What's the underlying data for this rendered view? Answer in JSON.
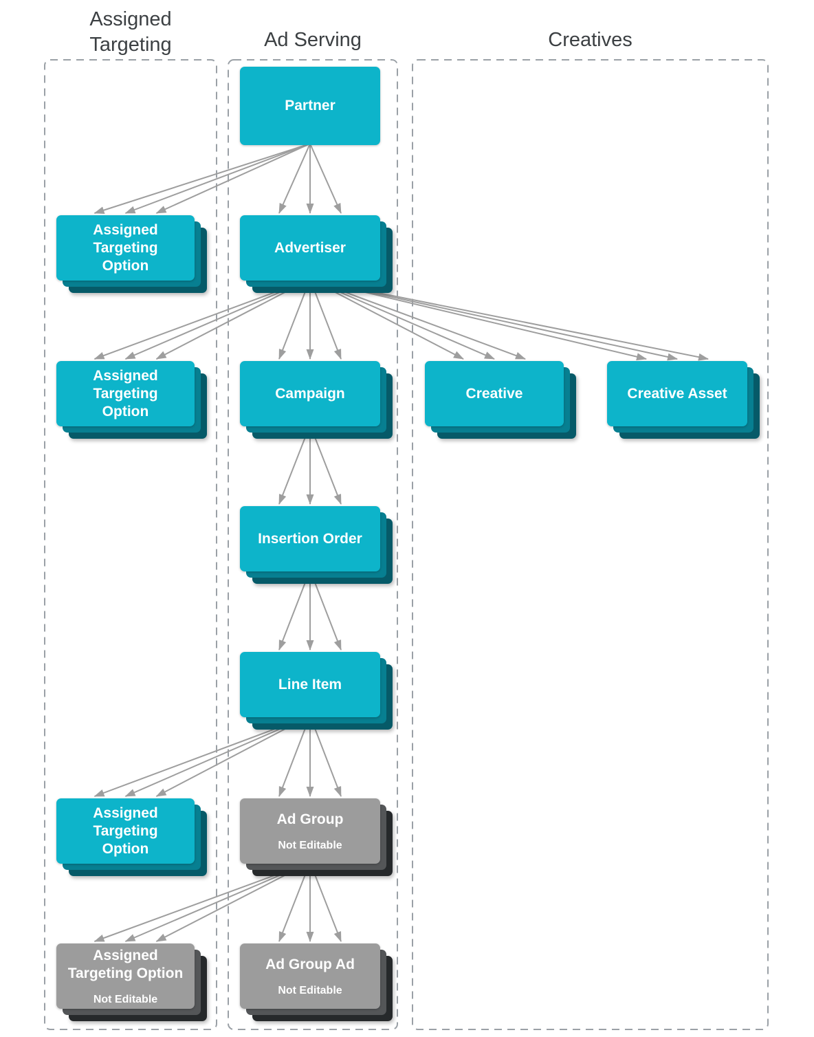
{
  "diagram": {
    "columns": [
      {
        "id": "assigned-targeting",
        "title_lines": [
          "Assigned",
          "Targeting"
        ]
      },
      {
        "id": "ad-serving",
        "title_lines": [
          "Ad Serving"
        ]
      },
      {
        "id": "creatives",
        "title_lines": [
          "Creatives"
        ]
      }
    ],
    "nodes": [
      {
        "id": "partner",
        "column": "ad-serving",
        "label_lines": [
          "Partner"
        ],
        "sublabel": "",
        "style": "editable",
        "stacked": false
      },
      {
        "id": "ato1",
        "column": "assigned-targeting",
        "label_lines": [
          "Assigned",
          "Targeting",
          "Option"
        ],
        "sublabel": "",
        "style": "editable",
        "stacked": true
      },
      {
        "id": "advertiser",
        "column": "ad-serving",
        "label_lines": [
          "Advertiser"
        ],
        "sublabel": "",
        "style": "editable",
        "stacked": true
      },
      {
        "id": "ato2",
        "column": "assigned-targeting",
        "label_lines": [
          "Assigned",
          "Targeting",
          "Option"
        ],
        "sublabel": "",
        "style": "editable",
        "stacked": true
      },
      {
        "id": "campaign",
        "column": "ad-serving",
        "label_lines": [
          "Campaign"
        ],
        "sublabel": "",
        "style": "editable",
        "stacked": true
      },
      {
        "id": "creative",
        "column": "creatives",
        "label_lines": [
          "Creative"
        ],
        "sublabel": "",
        "style": "editable",
        "stacked": true
      },
      {
        "id": "creative-asset",
        "column": "creatives",
        "label_lines": [
          "Creative Asset"
        ],
        "sublabel": "",
        "style": "editable",
        "stacked": true
      },
      {
        "id": "insertion-order",
        "column": "ad-serving",
        "label_lines": [
          "Insertion Order"
        ],
        "sublabel": "",
        "style": "editable",
        "stacked": true
      },
      {
        "id": "line-item",
        "column": "ad-serving",
        "label_lines": [
          "Line Item"
        ],
        "sublabel": "",
        "style": "editable",
        "stacked": true
      },
      {
        "id": "ato3",
        "column": "assigned-targeting",
        "label_lines": [
          "Assigned",
          "Targeting",
          "Option"
        ],
        "sublabel": "",
        "style": "editable",
        "stacked": true
      },
      {
        "id": "ad-group",
        "column": "ad-serving",
        "label_lines": [
          "Ad Group"
        ],
        "sublabel": "Not Editable",
        "style": "not-editable",
        "stacked": true
      },
      {
        "id": "ato4",
        "column": "assigned-targeting",
        "label_lines": [
          "Assigned",
          "Targeting Option"
        ],
        "sublabel": "Not Editable",
        "style": "not-editable",
        "stacked": true
      },
      {
        "id": "ad-group-ad",
        "column": "ad-serving",
        "label_lines": [
          "Ad Group Ad"
        ],
        "sublabel": "Not Editable",
        "style": "not-editable",
        "stacked": true
      }
    ],
    "edges": [
      {
        "from": "partner",
        "to": "ato1"
      },
      {
        "from": "partner",
        "to": "advertiser"
      },
      {
        "from": "advertiser",
        "to": "ato2"
      },
      {
        "from": "advertiser",
        "to": "campaign"
      },
      {
        "from": "advertiser",
        "to": "creative"
      },
      {
        "from": "advertiser",
        "to": "creative-asset"
      },
      {
        "from": "campaign",
        "to": "insertion-order"
      },
      {
        "from": "insertion-order",
        "to": "line-item"
      },
      {
        "from": "line-item",
        "to": "ato3"
      },
      {
        "from": "line-item",
        "to": "ad-group"
      },
      {
        "from": "ad-group",
        "to": "ato4"
      },
      {
        "from": "ad-group",
        "to": "ad-group-ad"
      }
    ],
    "colors": {
      "editable_front": "#0db4ca",
      "editable_mid": "#077f91",
      "editable_back": "#065a68",
      "not_editable_front": "#9c9c9c",
      "not_editable_mid": "#545658",
      "not_editable_back": "#26292b",
      "arrow": "#9e9e9e",
      "column_border": "#9aa0a6",
      "header_text": "#3c4043",
      "node_text": "#ffffff"
    }
  }
}
